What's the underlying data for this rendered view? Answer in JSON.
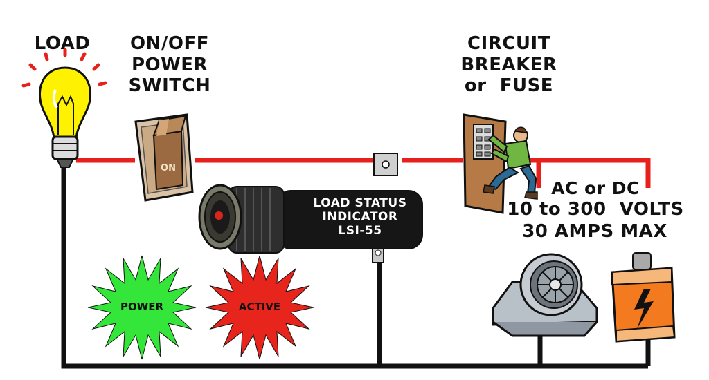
{
  "labels": {
    "load": "LOAD",
    "switch_line1": "ON/OFF",
    "switch_line2": "POWER",
    "switch_line3": "SWITCH",
    "breaker_line1": "CIRCUIT",
    "breaker_line2": "BREAKER",
    "breaker_line3": "or  FUSE",
    "acdc": "AC or DC",
    "volts": "10 to 300  VOLTS",
    "amps": "30 AMPS MAX"
  },
  "indicator": {
    "line1": "LOAD STATUS",
    "line2": "INDICATOR",
    "line3": "LSI-55"
  },
  "switch_text": "ON",
  "stars": {
    "power": "POWER",
    "active": "ACTIVE"
  },
  "colors": {
    "wire_red": "#e8201c",
    "wire_black": "#111111",
    "star_green": "#35e63a",
    "star_red": "#e8251c",
    "bulb_yellow": "#fff200",
    "battery_orange": "#f47a1f"
  }
}
